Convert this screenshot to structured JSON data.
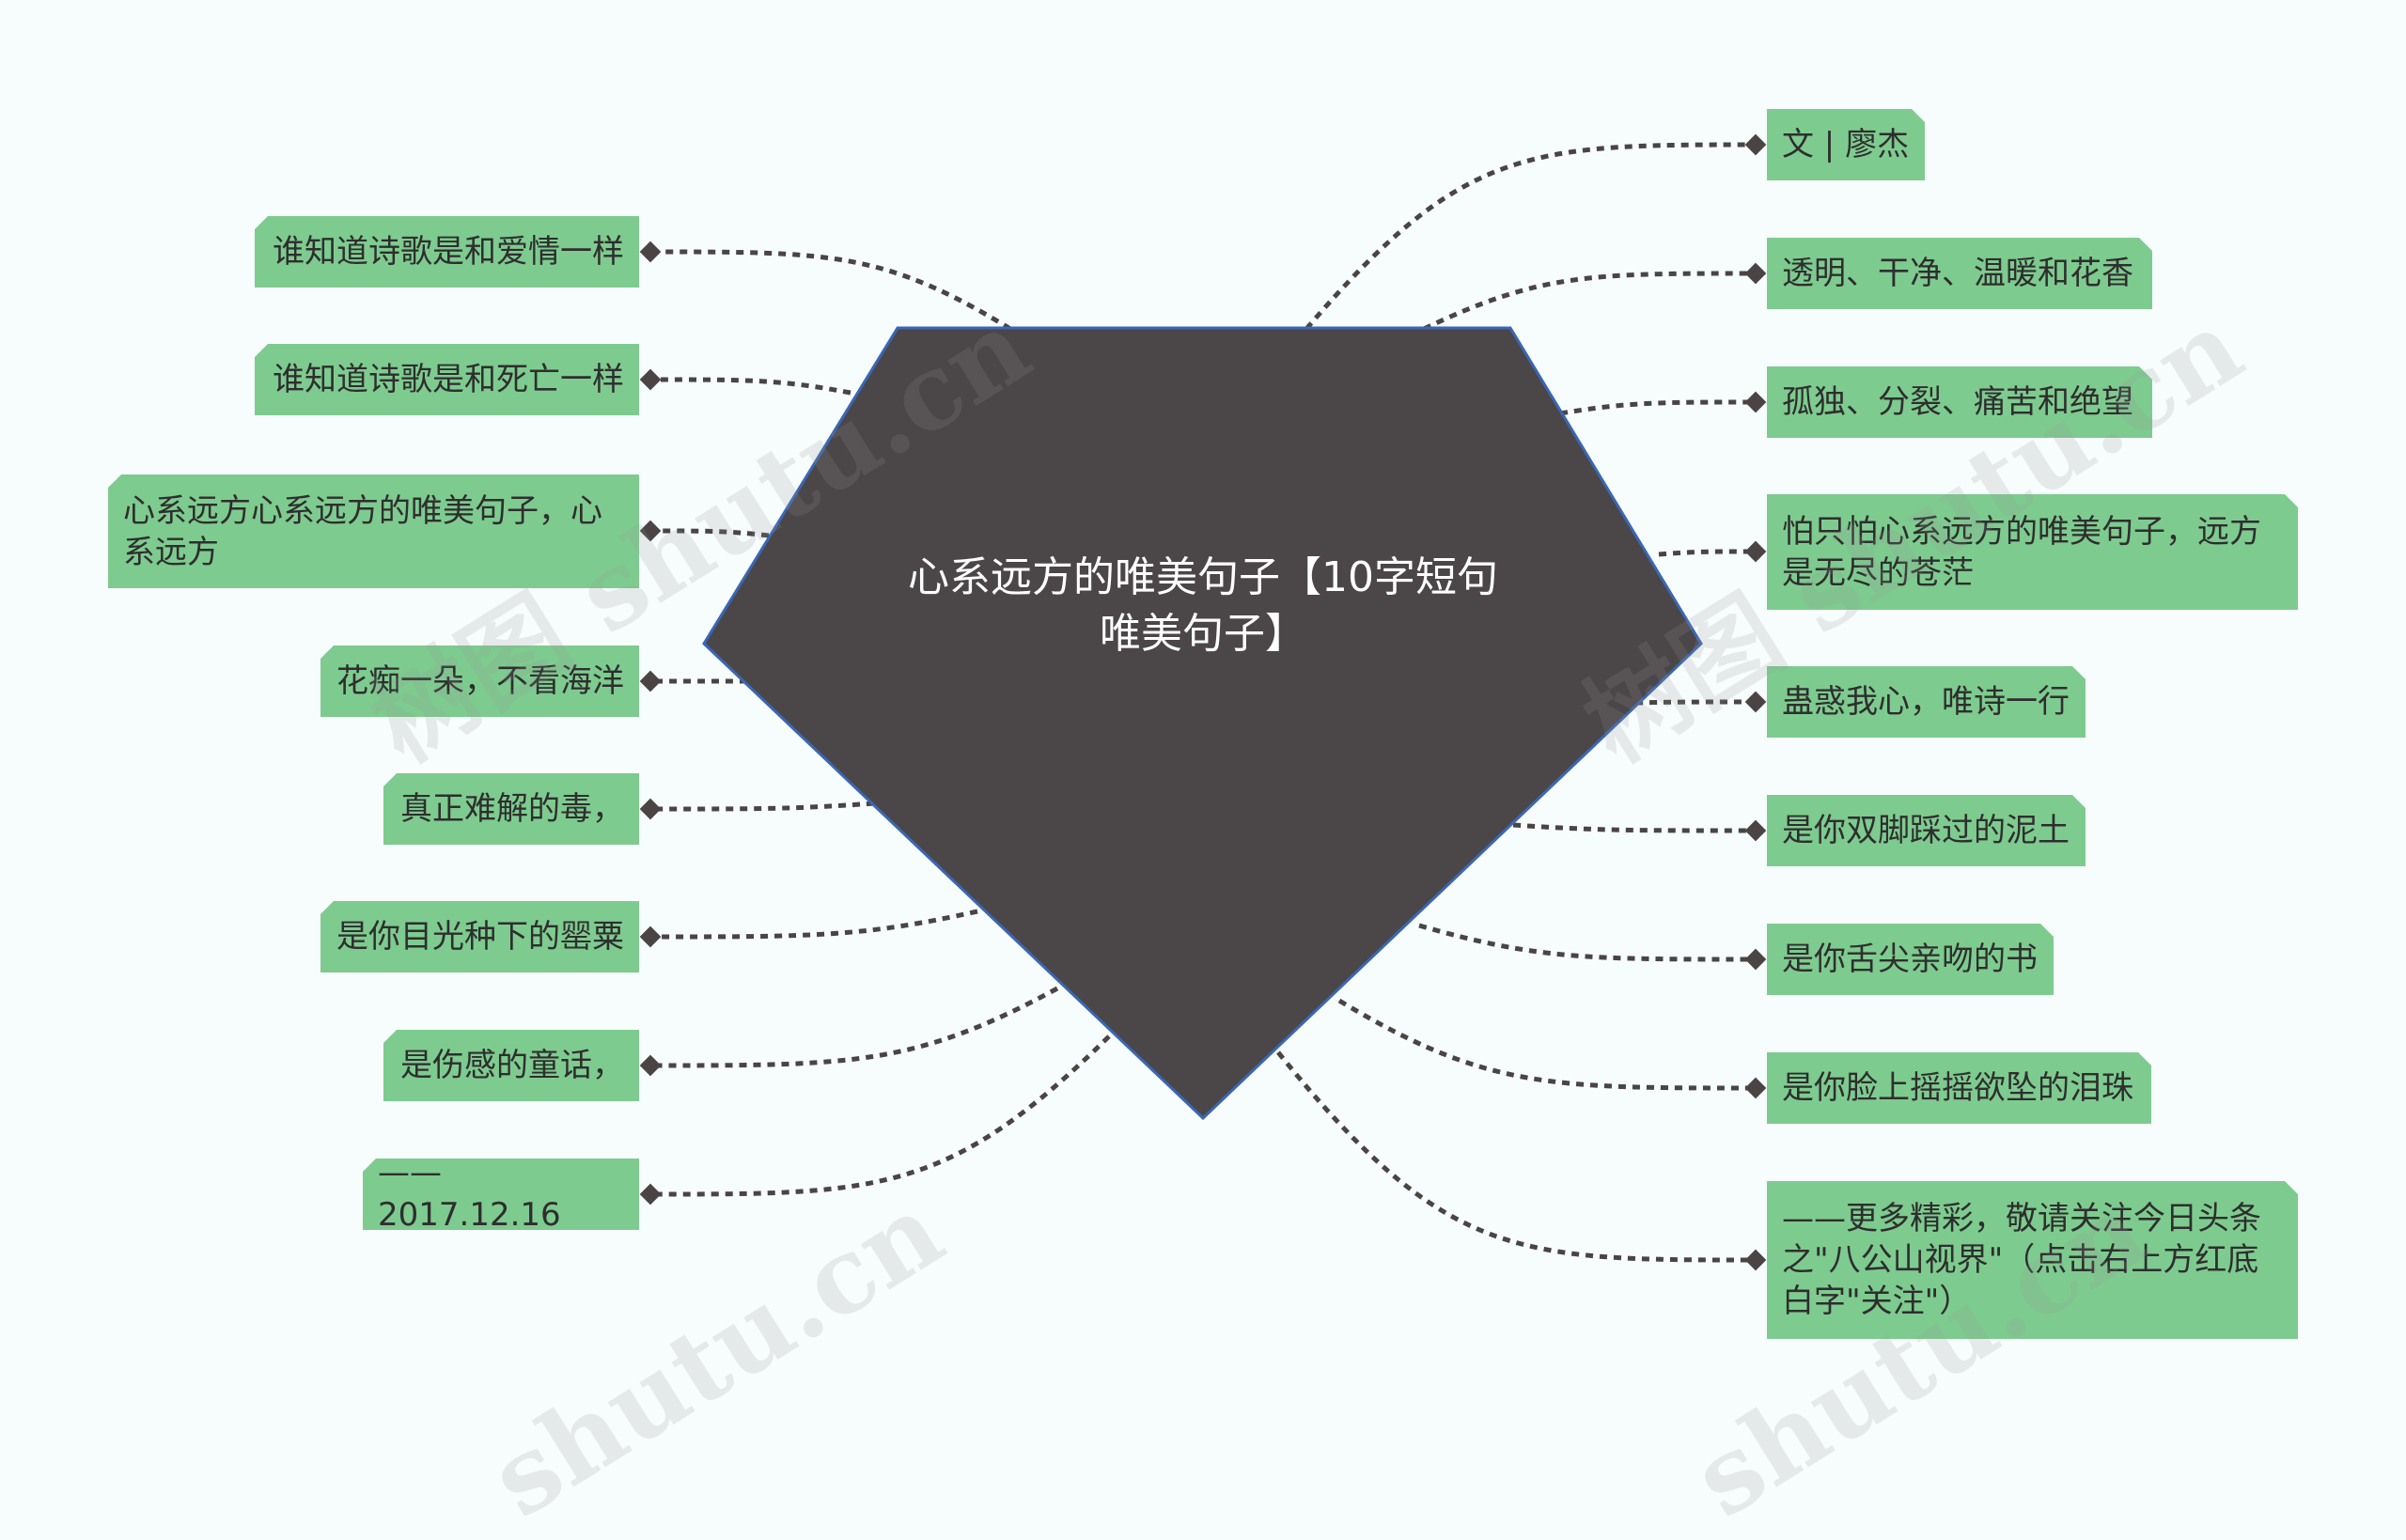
{
  "center": {
    "text": "心系远方的唯美句子【10字短句唯美句子】"
  },
  "left_nodes": [
    "谁知道诗歌是和爱情一样",
    "谁知道诗歌是和死亡一样",
    "心系远方心系远方的唯美句子，心系远方",
    "花痴一朵，不看海洋",
    "真正难解的毒，",
    "是你目光种下的罂粟",
    "是伤感的童话，",
    "——2017.12.16"
  ],
  "right_nodes": [
    "文 | 廖杰",
    "透明、干净、温暖和花香",
    "孤独、分裂、痛苦和绝望",
    "怕只怕心系远方的唯美句子，远方是无尽的苍茫",
    "蛊惑我心，唯诗一行",
    "是你双脚踩过的泥土",
    "是你舌尖亲吻的书",
    "是你脸上摇摇欲坠的泪珠",
    "——更多精彩，敬请关注今日头条之\"八公山视界\"（点击右上方红底白字\"关注\"）"
  ],
  "watermarks": [
    "树图 shutu.cn",
    "树图 shutu.cn",
    "shutu.cn",
    "shutu.cn"
  ],
  "colors": {
    "background": "#f7fcfd",
    "node_fill": "#7ecb8f",
    "center_fill": "#4b4648",
    "center_stroke": "#3a67b5",
    "connector": "#4a4445"
  }
}
